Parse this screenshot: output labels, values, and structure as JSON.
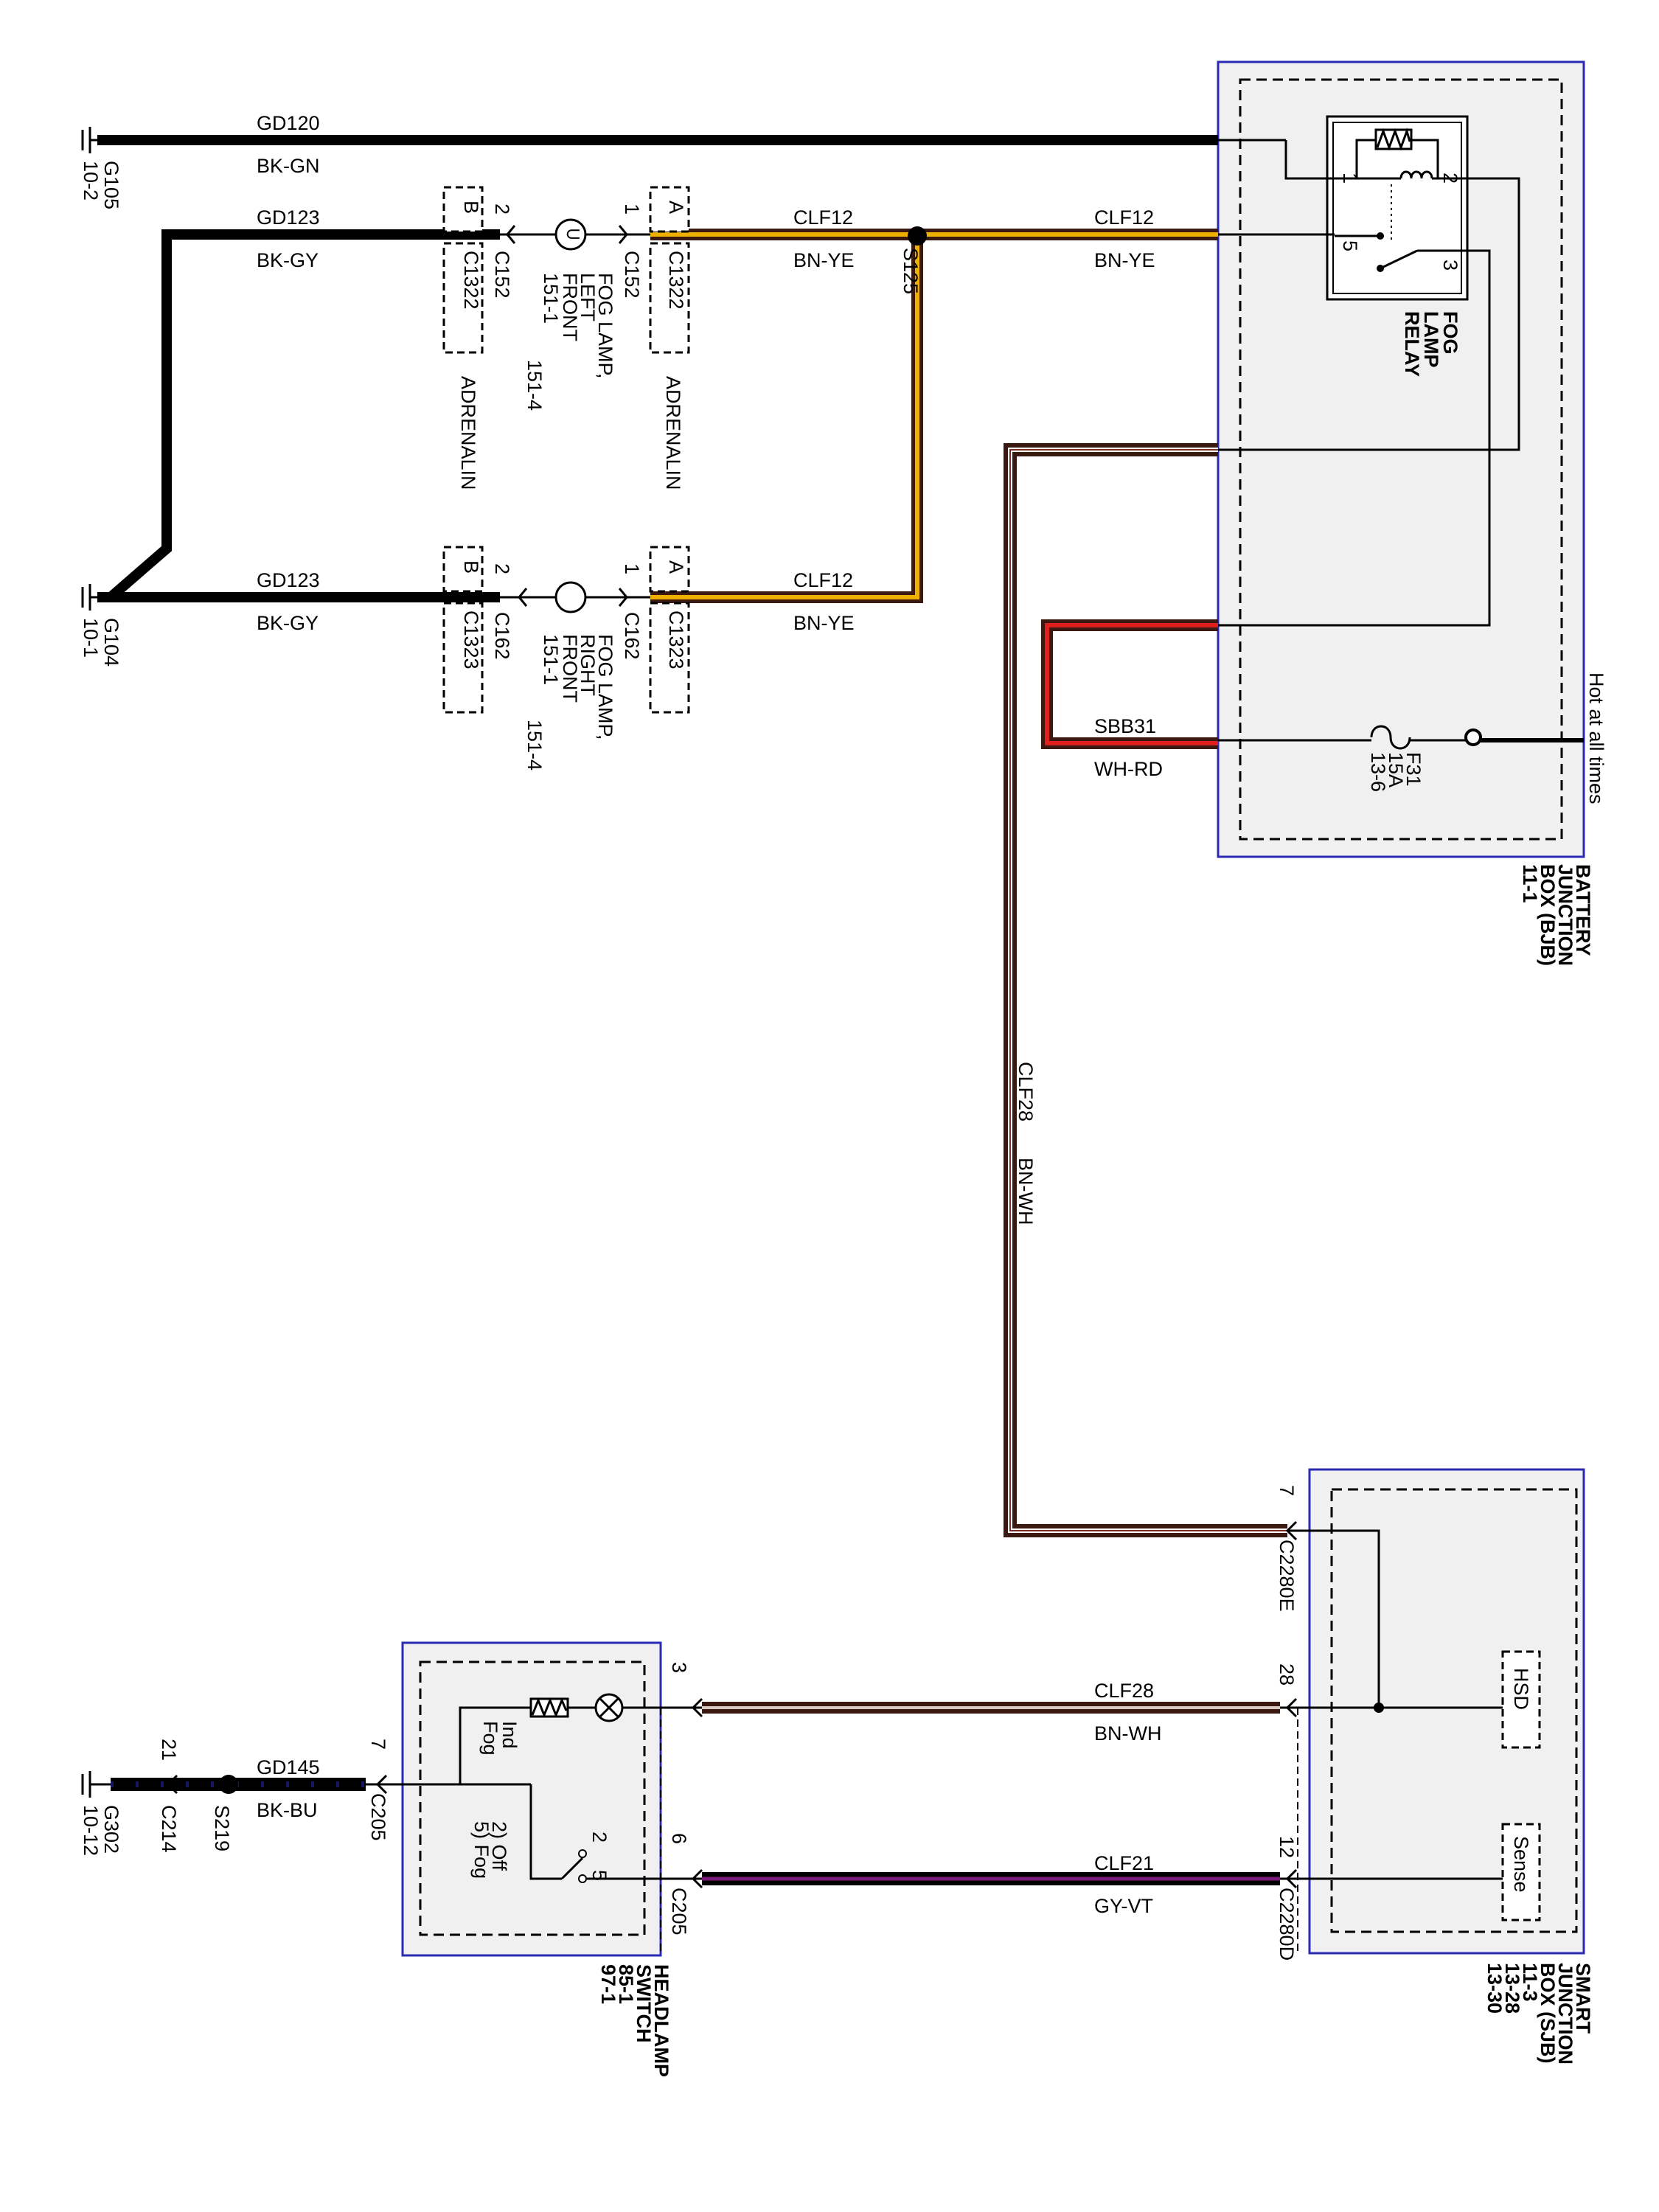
{
  "grounds": {
    "g105": {
      "id": "G105",
      "ref": "10-2"
    },
    "g104": {
      "id": "G104",
      "ref": "10-1"
    },
    "g302": {
      "id": "G302",
      "ref": "10-12"
    }
  },
  "wires": {
    "gd120": {
      "circuit": "GD120",
      "color": "BK-GN"
    },
    "gd123_top": {
      "circuit": "GD123",
      "color": "BK-GY"
    },
    "gd123_bottom": {
      "circuit": "GD123",
      "color": "BK-GY"
    },
    "clf12_left_top": {
      "circuit": "CLF12",
      "color": "BN-YE"
    },
    "clf12_right_top": {
      "circuit": "CLF12",
      "color": "BN-YE"
    },
    "clf12_bottom": {
      "circuit": "CLF12",
      "color": "BN-YE"
    },
    "sbb31": {
      "circuit": "SBB31",
      "color": "WH-RD"
    },
    "clf28_vertical": {
      "circuit": "CLF28",
      "color": "BN-WH"
    },
    "clf28_lower": {
      "circuit": "CLF28",
      "color": "BN-WH"
    },
    "clf21": {
      "circuit": "CLF21",
      "color": "GY-VT"
    },
    "gd145": {
      "circuit": "GD145",
      "color": "BK-BU"
    }
  },
  "splices": {
    "s125": "S125",
    "s219": "S219"
  },
  "fog_lamp_left": {
    "name_lines": [
      "FOG LAMP,",
      "LEFT",
      "FRONT"
    ],
    "ref1": "151-1",
    "ref2": "151-4",
    "conn_a": "A",
    "conn_b": "B",
    "conn_body": "C1322",
    "pin_left": "2",
    "pin_right": "1",
    "conn_left": "C152",
    "conn_right": "C152",
    "variant": "ADRENALIN"
  },
  "fog_lamp_right": {
    "name_lines": [
      "FOG LAMP,",
      "RIGHT",
      "FRONT"
    ],
    "ref1": "151-1",
    "ref2": "151-4",
    "conn_a": "A",
    "conn_b": "B",
    "conn_body": "C1323",
    "pin_left": "2",
    "pin_right": "1",
    "conn_left": "C162",
    "conn_right": "C162"
  },
  "bjb": {
    "name_lines": [
      "BATTERY",
      "JUNCTION",
      "BOX (BJB)"
    ],
    "ref": "11-1",
    "relay_lines": [
      "FOG",
      "LAMP",
      "RELAY"
    ],
    "relay_pins": [
      "1",
      "2",
      "5",
      "3"
    ],
    "fuse_lines": [
      "F31",
      "15A",
      "13-6"
    ],
    "hot_label": "Hot at all times"
  },
  "sjb": {
    "name_lines": [
      "SMART",
      "JUNCTION",
      "BOX (SJB)"
    ],
    "refs": [
      "11-3",
      "13-28",
      "13-30"
    ],
    "hsd": "HSD",
    "sense": "Sense",
    "pin_c2280e": "7",
    "conn_c2280e": "C2280E",
    "pin_hsd": "28",
    "pin_sense": "12",
    "conn_c2280d": "C2280D"
  },
  "headlamp_switch": {
    "name_lines": [
      "HEADLAMP",
      "SWITCH"
    ],
    "refs": [
      "85-1",
      "97-1"
    ],
    "ind_lines": [
      "Ind",
      "Fog"
    ],
    "positions": [
      "2) Off",
      "5) Fog"
    ],
    "pin_in": "7",
    "conn_in": "C205",
    "pin_3": "3",
    "pin_6": "6",
    "conn_out": "C205",
    "sw_pin_2": "2",
    "sw_pin_5": "5"
  },
  "c214": {
    "pin": "21",
    "conn": "C214"
  },
  "colors": {
    "box_border": "#2a2ab4",
    "box_fill": "#f0f0f0",
    "bn_ye_inner": "#f0b000",
    "bn_wh_outer": "#4a1a10",
    "wh_rd_inner": "#e02020",
    "gy_vt_inner": "#7a1a7a",
    "bk_bu_inner": "#20208a"
  }
}
